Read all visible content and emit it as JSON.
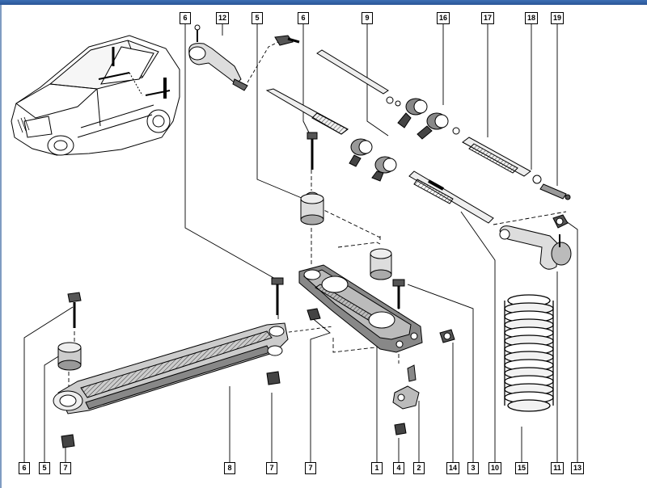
{
  "callouts_top": [
    {
      "id": "t6a",
      "text": "6"
    },
    {
      "id": "t12",
      "text": "12"
    },
    {
      "id": "t5",
      "text": "5"
    },
    {
      "id": "t6b",
      "text": "6"
    },
    {
      "id": "t9",
      "text": "9"
    },
    {
      "id": "t16",
      "text": "16"
    },
    {
      "id": "t17",
      "text": "17"
    },
    {
      "id": "t18",
      "text": "18"
    },
    {
      "id": "t19",
      "text": "19"
    }
  ],
  "callouts_bottom": [
    {
      "id": "b6",
      "text": "6"
    },
    {
      "id": "b5",
      "text": "5"
    },
    {
      "id": "b7a",
      "text": "7"
    },
    {
      "id": "b8",
      "text": "8"
    },
    {
      "id": "b7b",
      "text": "7"
    },
    {
      "id": "b7c",
      "text": "7"
    },
    {
      "id": "b1",
      "text": "1"
    },
    {
      "id": "b4",
      "text": "4"
    },
    {
      "id": "b2",
      "text": "2"
    },
    {
      "id": "b14",
      "text": "14"
    },
    {
      "id": "b3",
      "text": "3"
    },
    {
      "id": "b10",
      "text": "10"
    },
    {
      "id": "b15",
      "text": "15"
    },
    {
      "id": "b11",
      "text": "11"
    },
    {
      "id": "b13",
      "text": "13"
    }
  ],
  "colors": {
    "titlebar": "#2f5fa6",
    "ink": "#000000",
    "shade": "#555555",
    "paper": "#ffffff"
  }
}
